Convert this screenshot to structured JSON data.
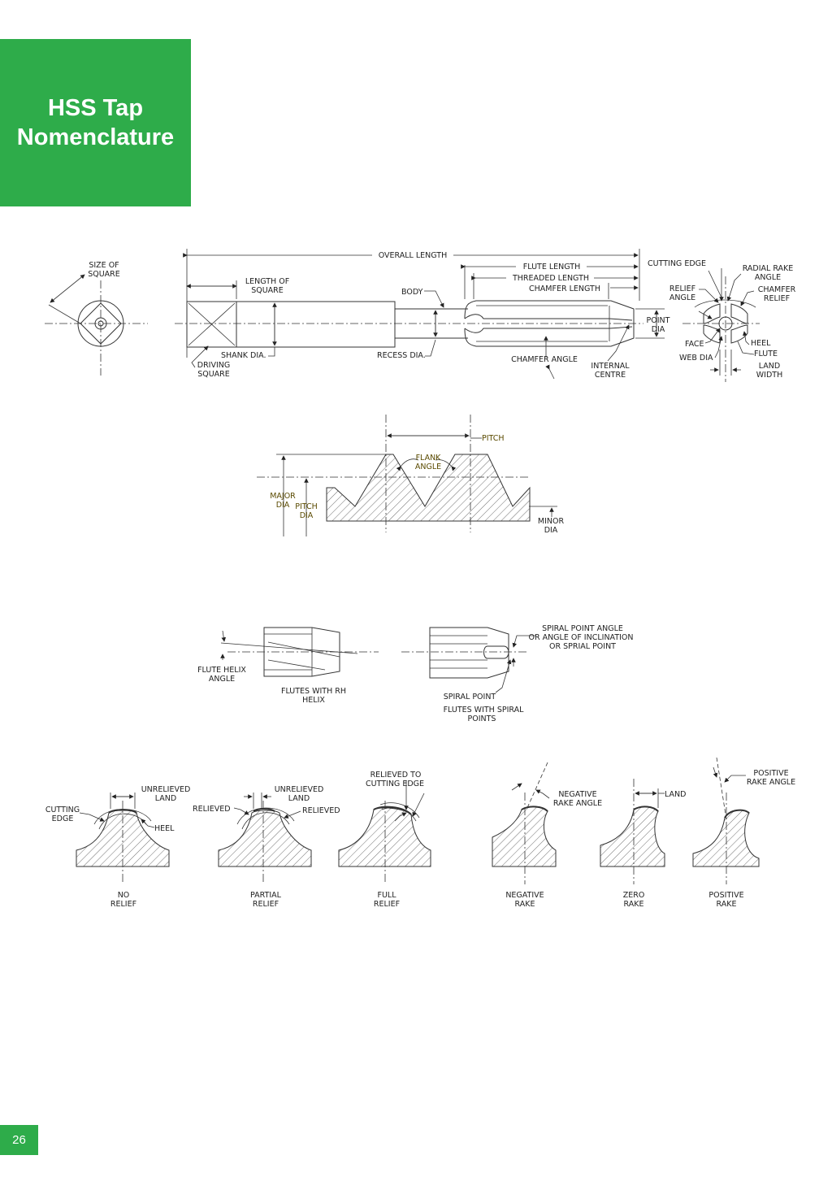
{
  "title": {
    "line1": "HSS Tap",
    "line2": "Nomenclature"
  },
  "page_number": "26",
  "colors": {
    "accent": "#2eac4a"
  },
  "tap_view": {
    "size_of_square": [
      "SIZE OF",
      "SQUARE"
    ],
    "overall_length": "OVERALL LENGTH",
    "length_of_square": [
      "LENGTH OF",
      "SQUARE"
    ],
    "body": "BODY",
    "flute_length": "FLUTE LENGTH",
    "threaded_length": "THREADED LENGTH",
    "chamfer_length": "CHAMFER LENGTH",
    "point_dia": [
      "POINT",
      "DIA"
    ],
    "shank_dia": "SHANK DIA.",
    "driving_square": [
      "DRIVING",
      "SQUARE"
    ],
    "recess_dia": "RECESS DIA.",
    "chamfer_angle": "CHAMFER ANGLE",
    "internal_centre": [
      "INTERNAL",
      "CENTRE"
    ]
  },
  "cross_section": {
    "cutting_edge": "CUTTING EDGE",
    "radial_rake_angle": [
      "RADIAL RAKE",
      "ANGLE"
    ],
    "relief_angle": [
      "RELIEF",
      "ANGLE"
    ],
    "chamfer_relief": [
      "CHAMFER",
      "RELIEF"
    ],
    "face": "FACE",
    "heel": "HEEL",
    "flute": "FLUTE",
    "web_dia": "WEB DIA",
    "land_width": [
      "LAND",
      "WIDTH"
    ]
  },
  "thread_profile": {
    "pitch": "PITCH",
    "flank_angle": [
      "FLANK",
      "ANGLE"
    ],
    "major_dia": [
      "MAJOR",
      "DIA"
    ],
    "pitch_dia": [
      "PITCH",
      "DIA"
    ],
    "minor_dia": [
      "MINOR",
      "DIA"
    ]
  },
  "flutes": {
    "flute_helix_angle": [
      "FLUTE HELIX",
      "ANGLE"
    ],
    "flutes_with_rh_helix": [
      "FLUTES WITH RH",
      "HELIX"
    ],
    "spiral_point_angle": [
      "SPIRAL POINT ANGLE",
      "OR ANGLE OF INCLINATION",
      "OR SPRIAL POINT"
    ],
    "spiral_point": "SPIRAL POINT",
    "flutes_with_spiral_points": [
      "FLUTES WITH SPIRAL",
      "POINTS"
    ]
  },
  "relief_types": {
    "cutting_edge": [
      "CUTTING",
      "EDGE"
    ],
    "unrelieved_land_1": [
      "UNRELIEVED",
      "LAND"
    ],
    "heel": "HEEL",
    "unrelieved_land_2": [
      "UNRELIEVED",
      "LAND"
    ],
    "relieved_left": "RELIEVED",
    "relieved_right": "RELIEVED",
    "relieved_to_cutting_edge": [
      "RELIEVED TO",
      "CUTTING EDGE"
    ],
    "no_relief": [
      "NO",
      "RELIEF"
    ],
    "partial_relief": [
      "PARTIAL",
      "RELIEF"
    ],
    "full_relief": [
      "FULL",
      "RELIEF"
    ]
  },
  "rake_types": {
    "negative_rake_angle": [
      "NEGATIVE",
      "RAKE ANGLE"
    ],
    "land": "LAND",
    "positive_rake_angle": [
      "POSITIVE",
      "RAKE ANGLE"
    ],
    "negative_rake": [
      "NEGATIVE",
      "RAKE"
    ],
    "zero_rake": [
      "ZERO",
      "RAKE"
    ],
    "positive_rake": [
      "POSITIVE",
      "RAKE"
    ]
  }
}
